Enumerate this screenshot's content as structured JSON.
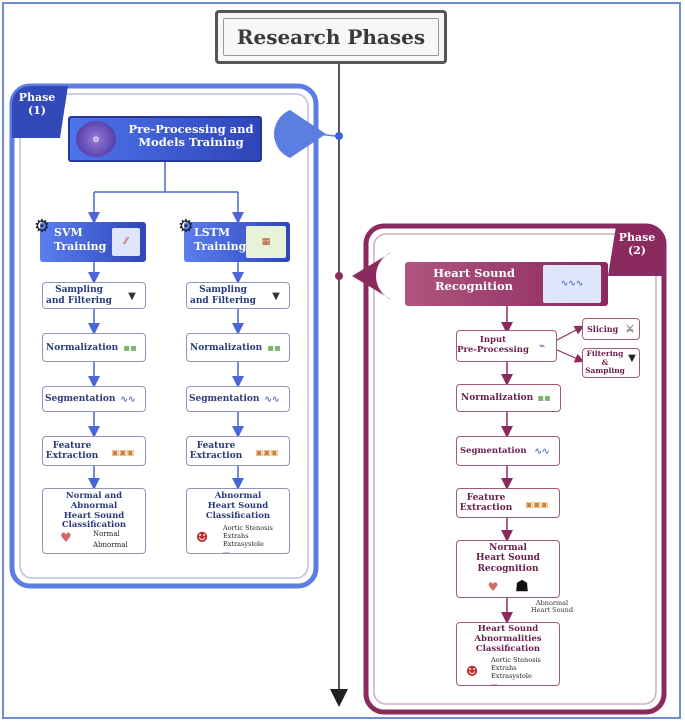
{
  "title": "Research Phases",
  "phase1": {
    "badge": [
      "Phase",
      "(1)"
    ],
    "header": [
      "Pre-Processing and",
      "Models Training"
    ],
    "svm": {
      "title": [
        "SVM",
        "Training"
      ],
      "steps": {
        "sampling": [
          "Sampling",
          "and Filtering"
        ],
        "normalization": "Normalization",
        "segmentation": "Segmentation",
        "feature": [
          "Feature",
          "Extraction"
        ]
      },
      "result": [
        "Normal and Abnormal",
        "Heart Sound",
        "Classification"
      ],
      "outcomes": [
        "Normal",
        "Abnormal"
      ]
    },
    "lstm": {
      "title": [
        "LSTM",
        "Training"
      ],
      "steps": {
        "sampling": [
          "Sampling",
          "and Filtering"
        ],
        "normalization": "Normalization",
        "segmentation": "Segmentation",
        "feature": [
          "Feature",
          "Extraction"
        ]
      },
      "result": [
        "Abnormal",
        "Heart Sound",
        "Classification"
      ],
      "outcomes": [
        "Aortic Stenosis",
        "Extrahs",
        "Extrasystole",
        "..."
      ]
    }
  },
  "phase2": {
    "badge": [
      "Phase",
      "(2)"
    ],
    "header": [
      "Heart Sound",
      "Recognition"
    ],
    "steps": {
      "input": [
        "Input",
        "Pre-Processing"
      ],
      "slicing": "Slicing",
      "filtering": [
        "Filtering",
        "& Sampling"
      ],
      "normalization": "Normalization",
      "segmentation": "Segmentation",
      "feature": [
        "Feature",
        "Extraction"
      ],
      "normal": [
        "Normal",
        "Heart Sound",
        "Recognition"
      ],
      "abnormal_label": [
        "Abnormal",
        "Heart Sound"
      ],
      "classification": [
        "Heart Sound",
        "Abnormalities",
        "Classification"
      ]
    },
    "outcomes": [
      "Aortic Stenosis",
      "Extrahs",
      "Extrasystole",
      "..."
    ]
  },
  "colors": {
    "blue": "#3f5fd8",
    "blue_dark": "#24389c",
    "magenta": "#8b2a5e",
    "magenta_light": "#b5577f",
    "box_border": "#8e96b8"
  }
}
